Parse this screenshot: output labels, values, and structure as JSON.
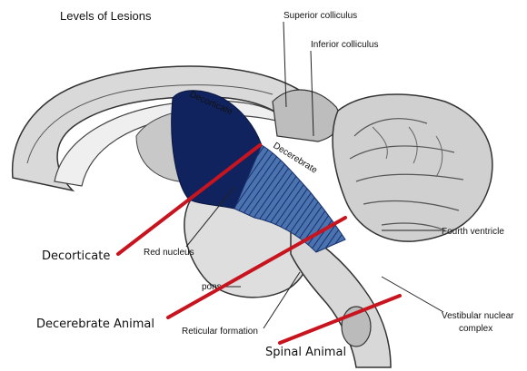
{
  "title": "Levels of Lesions",
  "labels": {
    "superior_colliculus": "Superior colliculus",
    "inferior_colliculus": "Inferior colliculus",
    "decorticate_region": "Decorticate",
    "decerebrate_region": "Decerebrate",
    "fourth_ventricle": "Fourth ventricle",
    "red_nucleus": "Red nucleus",
    "pons": "pons",
    "reticular_formation": "Reticular formation",
    "vestibular_line1": "Vestibular nuclear",
    "vestibular_line2": "complex"
  },
  "lesion_labels": {
    "decorticate": "Decorticate",
    "decerebrate": "Decerebrate Animal",
    "spinal": "Spinal Animal"
  },
  "colors": {
    "decorticate_fill": "#10235e",
    "decerebrate_fill": "#3f6aa8",
    "lesion_line": "#c8141e",
    "tissue": "#e6e6e6"
  }
}
